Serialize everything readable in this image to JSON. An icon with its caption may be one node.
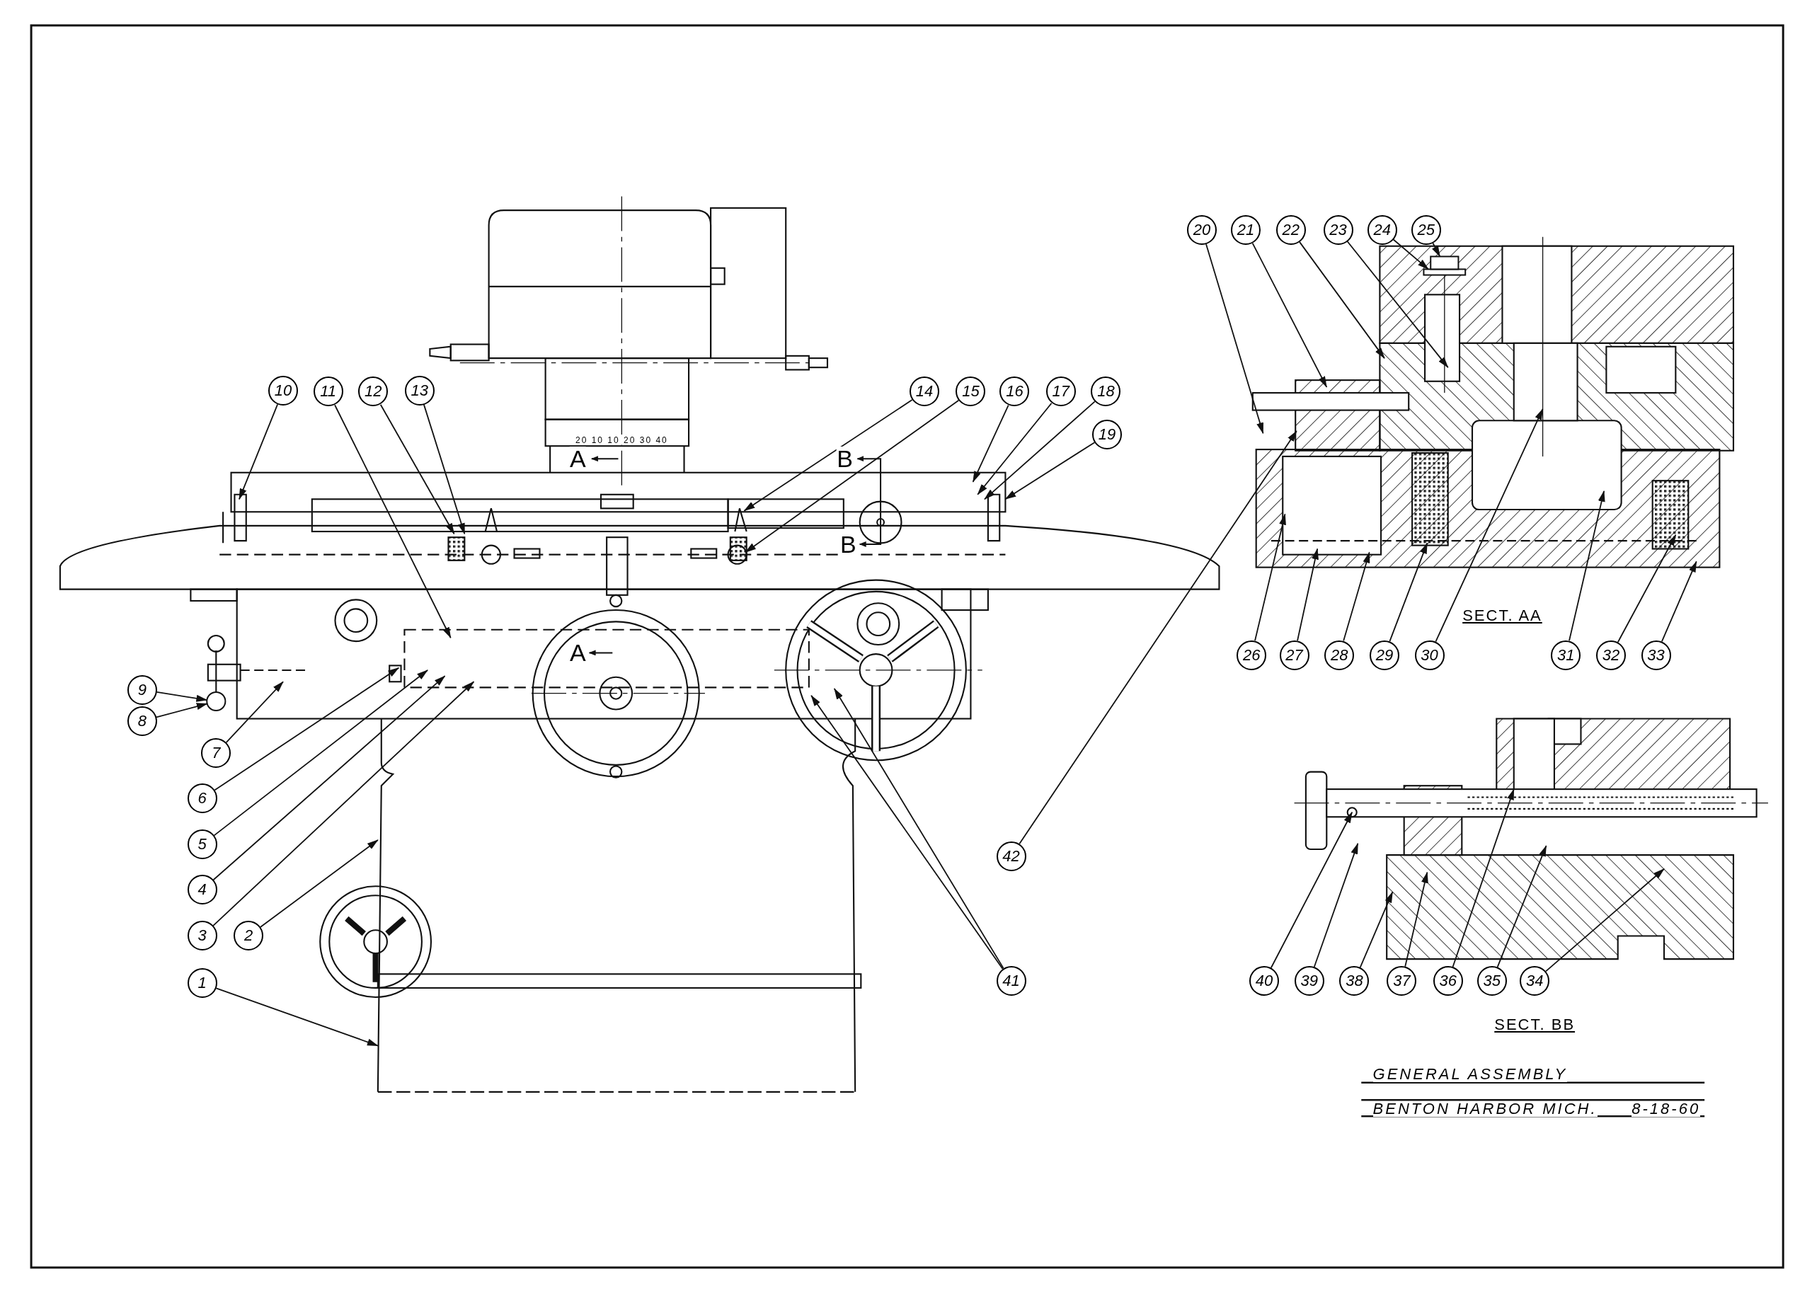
{
  "diagram": {
    "nodes": [
      {
        "text": [
          "1"
        ]
      },
      {
        "text": [
          "2"
        ]
      },
      {
        "text": [
          "3"
        ]
      },
      {
        "text": [
          "4"
        ]
      },
      {
        "text": [
          "5"
        ]
      },
      {
        "text": [
          "6"
        ]
      },
      {
        "text": [
          "7"
        ]
      },
      {
        "text": [
          "8"
        ]
      },
      {
        "text": [
          "9"
        ]
      },
      {
        "text": [
          "10"
        ]
      },
      {
        "text": [
          "11"
        ]
      },
      {
        "text": [
          "12"
        ]
      },
      {
        "text": [
          "13"
        ]
      },
      {
        "text": [
          "14"
        ]
      },
      {
        "text": [
          "15"
        ]
      },
      {
        "text": [
          "16"
        ]
      },
      {
        "text": [
          "17"
        ]
      },
      {
        "text": [
          "18"
        ]
      },
      {
        "text": [
          "19"
        ]
      },
      {
        "text": [
          "20"
        ]
      },
      {
        "text": [
          "21"
        ]
      },
      {
        "text": [
          "22"
        ]
      },
      {
        "text": [
          "23"
        ]
      },
      {
        "text": [
          "24"
        ]
      },
      {
        "text": [
          "25"
        ]
      },
      {
        "text": [
          "26"
        ]
      },
      {
        "text": [
          "27"
        ]
      },
      {
        "text": [
          "28"
        ]
      },
      {
        "text": [
          "29"
        ]
      },
      {
        "text": [
          "30"
        ]
      },
      {
        "text": [
          "31"
        ]
      },
      {
        "text": [
          "32"
        ]
      },
      {
        "text": [
          "33"
        ]
      },
      {
        "text": [
          "34"
        ]
      },
      {
        "text": [
          "35"
        ]
      },
      {
        "text": [
          "36"
        ]
      },
      {
        "text": [
          "37"
        ]
      },
      {
        "text": [
          "38"
        ]
      },
      {
        "text": [
          "39"
        ]
      },
      {
        "text": [
          "40"
        ]
      },
      {
        "text": [
          "41"
        ]
      },
      {
        "text": [
          "42"
        ]
      },
      {
        "text": [],
        "shape": "circle"
      },
      {
        "text": [],
        "shape": "bar"
      },
      {
        "text": [],
        "shape": "box"
      }
    ],
    "edges": [
      {
        "from": 0,
        "to": null,
        "arrow": "to"
      },
      {
        "from": 1,
        "to": null,
        "arrow": "to"
      },
      {
        "from": 2,
        "to": null,
        "arrow": "to"
      },
      {
        "from": 3,
        "to": null,
        "arrow": "to"
      },
      {
        "from": 4,
        "to": null,
        "arrow": "to"
      },
      {
        "from": 5,
        "to": null,
        "arrow": "to"
      },
      {
        "from": 6,
        "to": null,
        "arrow": "to"
      },
      {
        "from": 7,
        "to": 42,
        "arrow": "to"
      },
      {
        "from": 8,
        "to": 42,
        "arrow": "to"
      },
      {
        "from": 9,
        "to": null,
        "arrow": "to"
      },
      {
        "from": 10,
        "to": null,
        "arrow": "to"
      },
      {
        "from": 11,
        "to": null,
        "arrow": "to"
      },
      {
        "from": 12,
        "to": null,
        "arrow": "to"
      },
      {
        "from": 13,
        "to": null,
        "arrow": "to"
      },
      {
        "from": 14,
        "to": null,
        "arrow": "to"
      },
      {
        "from": 15,
        "to": null,
        "arrow": "to"
      },
      {
        "from": 16,
        "to": null,
        "arrow": "to"
      },
      {
        "from": 17,
        "to": null,
        "arrow": "to"
      },
      {
        "from": 18,
        "to": null,
        "arrow": "to"
      },
      {
        "from": 19,
        "to": null,
        "arrow": "to"
      },
      {
        "from": 20,
        "to": null,
        "arrow": "to"
      },
      {
        "from": 21,
        "to": null,
        "arrow": "to"
      },
      {
        "from": 22,
        "to": null,
        "arrow": "to"
      },
      {
        "from": 23,
        "to": 43,
        "arrow": "to"
      },
      {
        "from": 24,
        "to": 44,
        "arrow": "to"
      },
      {
        "from": 25,
        "to": null,
        "arrow": "to"
      },
      {
        "from": 26,
        "to": null,
        "arrow": "to"
      },
      {
        "from": 27,
        "to": null,
        "arrow": "to"
      },
      {
        "from": 28,
        "to": null,
        "arrow": "to"
      },
      {
        "from": 29,
        "to": null,
        "arrow": "to"
      },
      {
        "from": 30,
        "to": null,
        "arrow": "to"
      },
      {
        "from": 31,
        "to": null,
        "arrow": "to"
      },
      {
        "from": 32,
        "to": null,
        "arrow": "to"
      },
      {
        "from": 33,
        "to": null,
        "arrow": "to"
      },
      {
        "from": 34,
        "to": null,
        "arrow": "to"
      },
      {
        "from": 35,
        "to": null,
        "arrow": "to"
      },
      {
        "from": 36,
        "to": null,
        "arrow": "to"
      },
      {
        "from": 37,
        "to": null,
        "arrow": "to"
      },
      {
        "from": 38,
        "to": null,
        "arrow": "to"
      },
      {
        "from": 39,
        "to": null,
        "arrow": "to"
      },
      {
        "from": 40,
        "to": null,
        "arrow": "to"
      },
      {
        "from": 40,
        "to": null,
        "arrow": "to"
      },
      {
        "from": 41,
        "to": null,
        "arrow": "to"
      }
    ],
    "labels": [
      "20 10 10 20 30 40",
      "A",
      "B",
      "B",
      "SECT. AA",
      "A",
      "SECT. BB",
      "GENERAL ASSEMBLY",
      "BENTON HARBOR MICH.",
      "8-18-60"
    ]
  }
}
